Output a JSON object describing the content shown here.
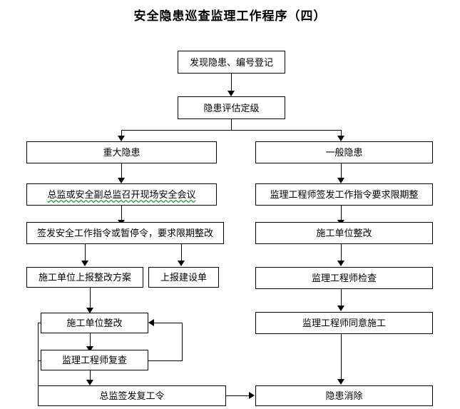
{
  "document": {
    "title": "安全隐患巡查监理工作程序（四）",
    "type": "flowchart"
  },
  "chart_data": {
    "type": "diagram",
    "title": "安全隐患巡查监理工作程序（四）",
    "nodes": [
      {
        "id": "n1",
        "label": "发现隐患、编号登记"
      },
      {
        "id": "n2",
        "label": "隐患评估定级"
      },
      {
        "id": "n3",
        "label": "重大隐患"
      },
      {
        "id": "n4",
        "label": "一般隐患"
      },
      {
        "id": "n5",
        "label": "总监或安全副总监召开现场安全会议"
      },
      {
        "id": "n6",
        "label": "签发安全工作指令或暂停令，要求限期整改"
      },
      {
        "id": "n7",
        "label": "施工单位上报整改方案"
      },
      {
        "id": "n8",
        "label": "上报建设单"
      },
      {
        "id": "n9",
        "label": "施工单位整改"
      },
      {
        "id": "n10",
        "label": "监理工程师复查"
      },
      {
        "id": "n11",
        "label": "总监签发复工令"
      },
      {
        "id": "n12",
        "label": "监理工程师签发工作指令要求限期整"
      },
      {
        "id": "n13",
        "label": "施工单位整改"
      },
      {
        "id": "n14",
        "label": "监理工程师检查"
      },
      {
        "id": "n15",
        "label": "监理工程师同意施工"
      },
      {
        "id": "n16",
        "label": "隐患消除"
      }
    ],
    "edges": [
      {
        "from": "n1",
        "to": "n2"
      },
      {
        "from": "n2",
        "to": "n3"
      },
      {
        "from": "n2",
        "to": "n4"
      },
      {
        "from": "n3",
        "to": "n5"
      },
      {
        "from": "n5",
        "to": "n6"
      },
      {
        "from": "n6",
        "to": "n7"
      },
      {
        "from": "n6",
        "to": "n8"
      },
      {
        "from": "n7",
        "to": "n9"
      },
      {
        "from": "n9",
        "to": "n10"
      },
      {
        "from": "n10",
        "to": "n9"
      },
      {
        "from": "n10",
        "to": "n11"
      },
      {
        "from": "n11",
        "to": "n16"
      },
      {
        "from": "n4",
        "to": "n12"
      },
      {
        "from": "n12",
        "to": "n13"
      },
      {
        "from": "n13",
        "to": "n14"
      },
      {
        "from": "n14",
        "to": "n15"
      },
      {
        "from": "n15",
        "to": "n16"
      }
    ],
    "colors": {
      "background": "#ffffff",
      "box_border": "#000000",
      "text": "#000000",
      "spellcheck_underline": "#2e9b3a"
    }
  }
}
